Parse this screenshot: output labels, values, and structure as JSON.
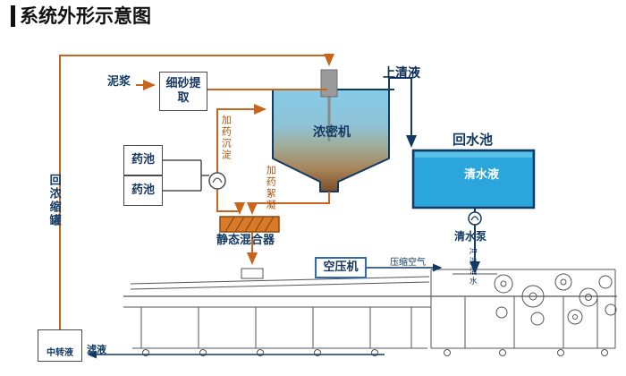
{
  "title": "系统外形示意图",
  "colors": {
    "pipe_orange": "#c8641e",
    "pipe_navy": "#123a63",
    "water_blue": "#2aa6dc",
    "mixer_orange": "#d97a28",
    "machine_gray": "#555555"
  },
  "diagram": {
    "nodes": {
      "mud": "泥浆",
      "sand_extraction": "细砂提取",
      "chem_pool_top": "药池",
      "chem_pool_bottom": "药池",
      "thickener": "浓密机",
      "supernatant": "上清液",
      "return_pool": "回水池",
      "clear_water": "清水液",
      "clear_water_pump": "清水泵",
      "flush_water": "冲洗清水",
      "dosing_sediment": "加药沉淀",
      "dosing_flocculation": "加药絮凝",
      "static_mixer": "静态混合器",
      "air_compressor": "空压机",
      "compressed_air": "压缩空气",
      "return_thickener_tank": "回浓缩罐",
      "transfer_pool": "中转液",
      "filtrate": "滤液"
    }
  }
}
